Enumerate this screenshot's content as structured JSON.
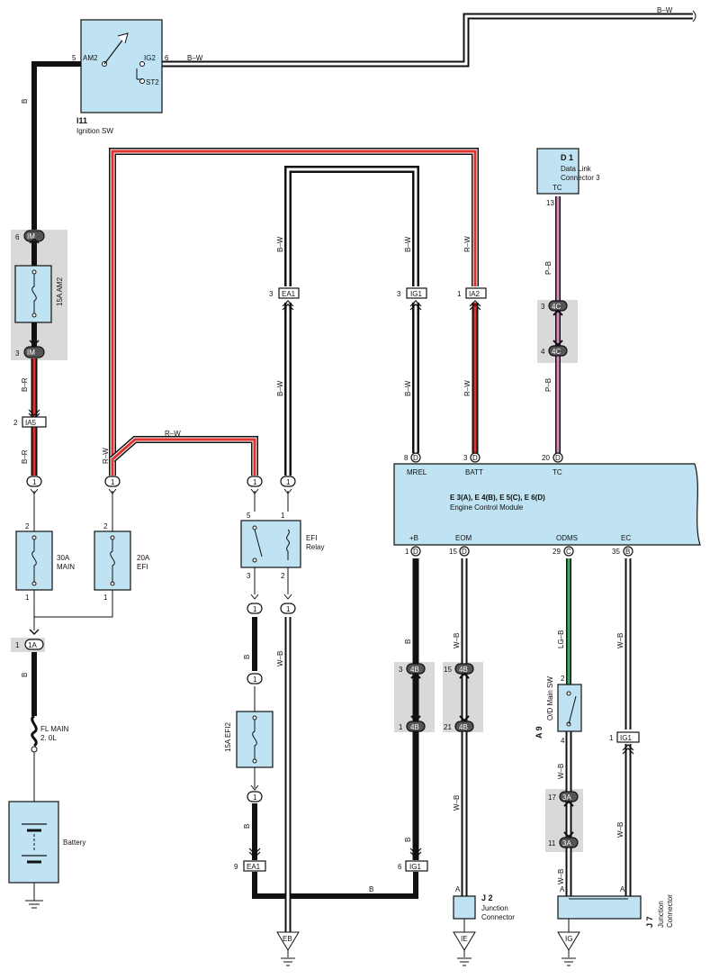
{
  "wire_colors": {
    "black": "#111111",
    "red": "#e0302f",
    "pink": "#d98cc0",
    "green": "#41a85f",
    "component_fill": "#bfe3f2",
    "shade": "#d9d9d9"
  },
  "ignition_sw": {
    "code": "I11",
    "name": "Ignition SW",
    "pin_am2": "AM2",
    "pin_ig2": "IG2",
    "pin_st2": "ST2",
    "pin_num_am2": "5",
    "pin_num_ig2": "6"
  },
  "top_wire": {
    "color_left": "B–W",
    "color_right": "B–W"
  },
  "left_branch": {
    "wire_b": "B",
    "fuse_am2": "15A AM2",
    "conn_top": "IM",
    "conn_top_pin": "6",
    "conn_bot": "IM",
    "conn_bot_pin": "3",
    "wire_br": "B–R",
    "ia5": "IA5",
    "ia5_pin": "2",
    "wire_br2": "B–R",
    "oval_1": "1",
    "fuse_main": "30A\nMAIN",
    "fuse_main_top": "2",
    "fuse_main_bot": "1",
    "conn_1a": "1A",
    "conn_1a_pin": "1",
    "wire_b2": "B",
    "fl_main": "FL MAIN\n2. 0L",
    "battery": "Battery"
  },
  "efi_branch": {
    "wire_rw": "R–W",
    "oval": "1",
    "fuse_efi": "20A\nEFI",
    "top": "2",
    "bot": "1"
  },
  "red_route": {
    "label": "R–W"
  },
  "dlc": {
    "code": "D 1",
    "name": "Data Link\nConnector 3",
    "pin": "TC",
    "pin_num": "13",
    "wire_pb": "P–B",
    "conn": "4C",
    "conn_pin_top": "3",
    "conn_pin_bot": "4",
    "wire_pb2": "P–B"
  },
  "ecm": {
    "title": "E 3(A), E 4(B), E 5(C), E 6(D)",
    "name": "Engine Control Module",
    "top_pins": [
      {
        "num": "8",
        "letter": "D",
        "name": "MREL"
      },
      {
        "num": "3",
        "letter": "D",
        "name": "BATT"
      },
      {
        "num": "20",
        "letter": "D",
        "name": "TC"
      }
    ],
    "bot_pins": [
      {
        "num": "1",
        "letter": "D",
        "name": "+B"
      },
      {
        "num": "15",
        "letter": "D",
        "name": "EOM"
      },
      {
        "num": "29",
        "letter": "C",
        "name": "ODMS"
      },
      {
        "num": "35",
        "letter": "B",
        "name": "EC"
      }
    ]
  },
  "upper_conns": [
    {
      "pin": "3",
      "name": "EA1",
      "wire": "B–W",
      "wire2": "B–W"
    },
    {
      "pin": "3",
      "name": "IG1",
      "wire": "B–W",
      "wire2": "B–W"
    },
    {
      "pin": "1",
      "name": "IA2",
      "wire": "R–W",
      "wire2": "R–W"
    }
  ],
  "efi_relay": {
    "name": "EFI\nRelay",
    "p5": "5",
    "p1": "1",
    "p3": "3",
    "p2": "2",
    "oval_l": "1",
    "oval_r": "1",
    "oval_l2": "1",
    "oval_r2": "1",
    "wire_wb": "W–B"
  },
  "efi2": {
    "wire_b": "B",
    "oval_a": "1",
    "fuse": "15A EFI2",
    "oval_b": "1",
    "wire_b2": "B",
    "conn": "EA1",
    "conn_pin": "9",
    "bottom_b": "B",
    "ground": "EB"
  },
  "plusb": {
    "wire_b": "B",
    "conn": "4B",
    "pin_top": "3",
    "pin_bot": "1",
    "wire_b2": "B",
    "ig1": "IG1",
    "ig1_pin": "6"
  },
  "eom": {
    "wire": "W–B",
    "conn": "4B",
    "pin_top": "15",
    "pin_bot": "21",
    "wire2": "W–B",
    "pin_a": "A",
    "j2_code": "J 2",
    "j2_name": "Junction\nConnector",
    "ground": "IE"
  },
  "odms": {
    "wire": "LG–B",
    "sw_code": "A 9",
    "sw_name": "O/D Main SW",
    "pin2": "2",
    "pin4": "4",
    "wire2": "W–B",
    "conn": "3A",
    "pin_top": "17",
    "pin_bot": "11",
    "wire3": "W–B",
    "pin_a": "A",
    "ground": "IG"
  },
  "ec": {
    "wire": "W–B",
    "ig1": "IG1",
    "ig1_pin": "1",
    "wire2": "W–B",
    "pin_a": "A",
    "j7_code": "J 7",
    "j7_name": "Junction\nConnector"
  }
}
